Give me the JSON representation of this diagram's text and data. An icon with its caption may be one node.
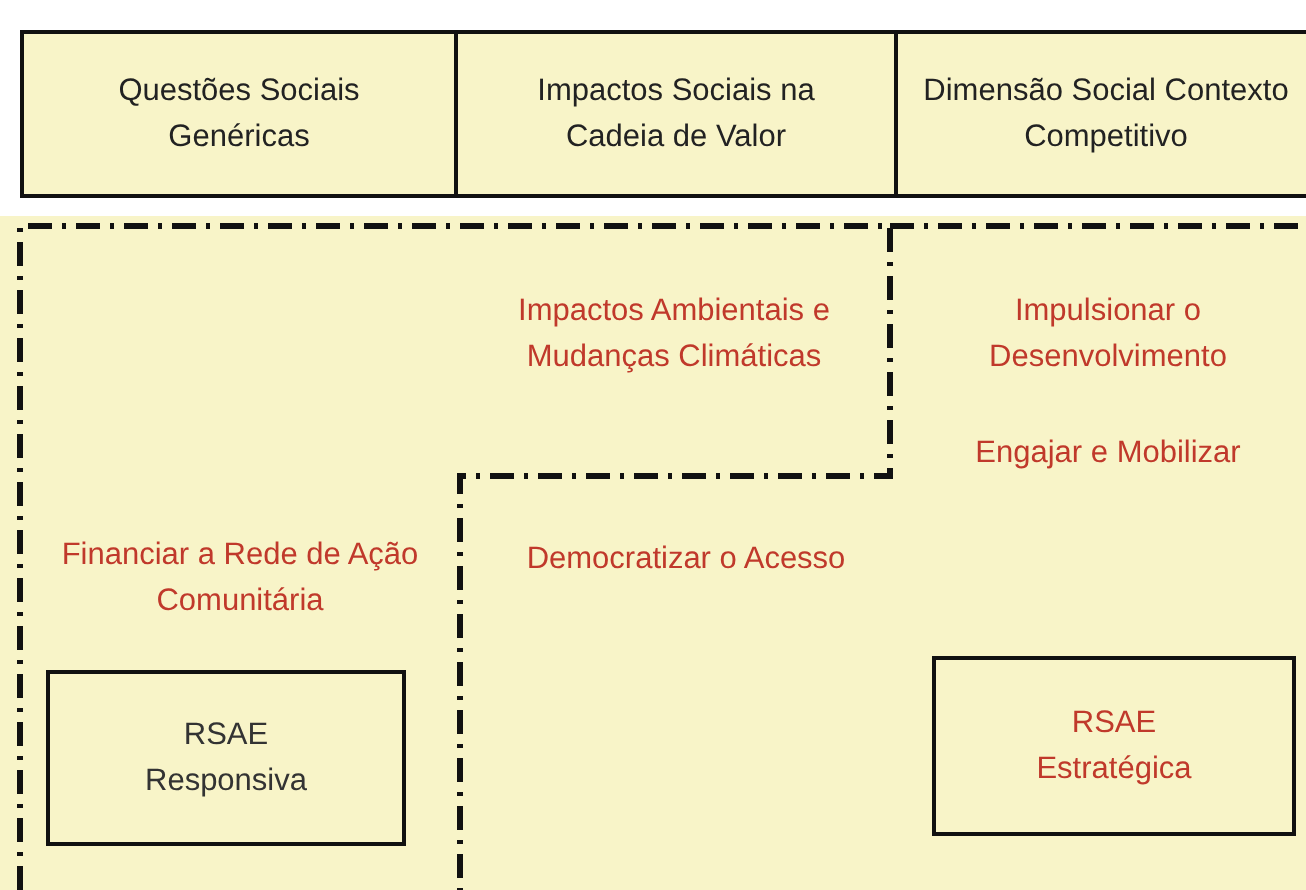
{
  "diagram": {
    "nodes": [
      {
        "text": [
          "Questões Sociais Genéricas"
        ]
      },
      {
        "text": [
          "Impactos Sociais na Cadeia de Valor"
        ]
      },
      {
        "text": [
          "Dimensão Social Contexto Competitivo"
        ]
      },
      {
        "text": [
          "RSAE Responsiva"
        ]
      },
      {
        "text": [
          "RSAE Estratégica"
        ]
      }
    ],
    "labels": [
      "Impactos Ambientais e Mudanças Climáticas",
      "Impulsionar o Desenvolvimento",
      "Engajar e Mobilizar",
      "Financiar a Rede de Ação Comunitária",
      "Democratizar o Acesso"
    ]
  }
}
